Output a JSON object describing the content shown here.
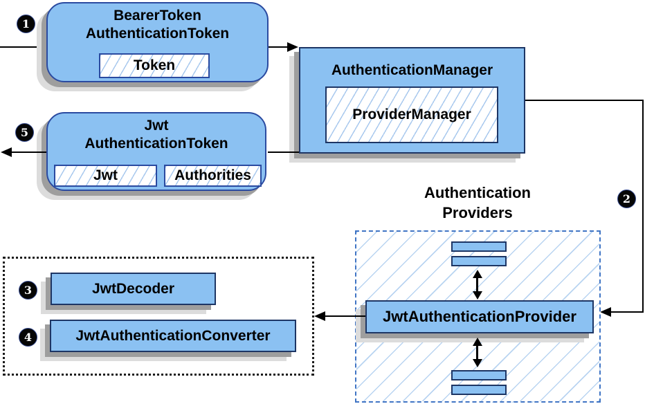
{
  "diagram": {
    "steps": {
      "s1": "1",
      "s2": "2",
      "s3": "3",
      "s4": "4",
      "s5": "5"
    },
    "nodes": {
      "bearer_token": {
        "line1": "BearerToken",
        "line2": "AuthenticationToken",
        "chip": "Token"
      },
      "authentication_manager": {
        "title": "AuthenticationManager",
        "inner": "ProviderManager"
      },
      "jwt_authentication_token": {
        "line1": "Jwt",
        "line2": "AuthenticationToken",
        "chip_jwt": "Jwt",
        "chip_authorities": "Authorities"
      },
      "authentication_providers": {
        "label_line1": "Authentication",
        "label_line2": "Providers"
      },
      "jwt_authentication_provider": {
        "title": "JwtAuthenticationProvider"
      },
      "jwt_decoder": {
        "title": "JwtDecoder"
      },
      "jwt_authentication_converter": {
        "title": "JwtAuthenticationConverter"
      }
    },
    "colors": {
      "node_fill": "#8BC1F2",
      "node_border": "#1D3564",
      "rounded_border": "#2A4AA0",
      "hatch_line": "#A9C9EE",
      "dashed_border": "#3F74C4",
      "shadow_dark": "#9E9E9E",
      "shadow_light": "#DCDCDC",
      "line_color": "#000000",
      "badge_bg": "#060606"
    }
  }
}
